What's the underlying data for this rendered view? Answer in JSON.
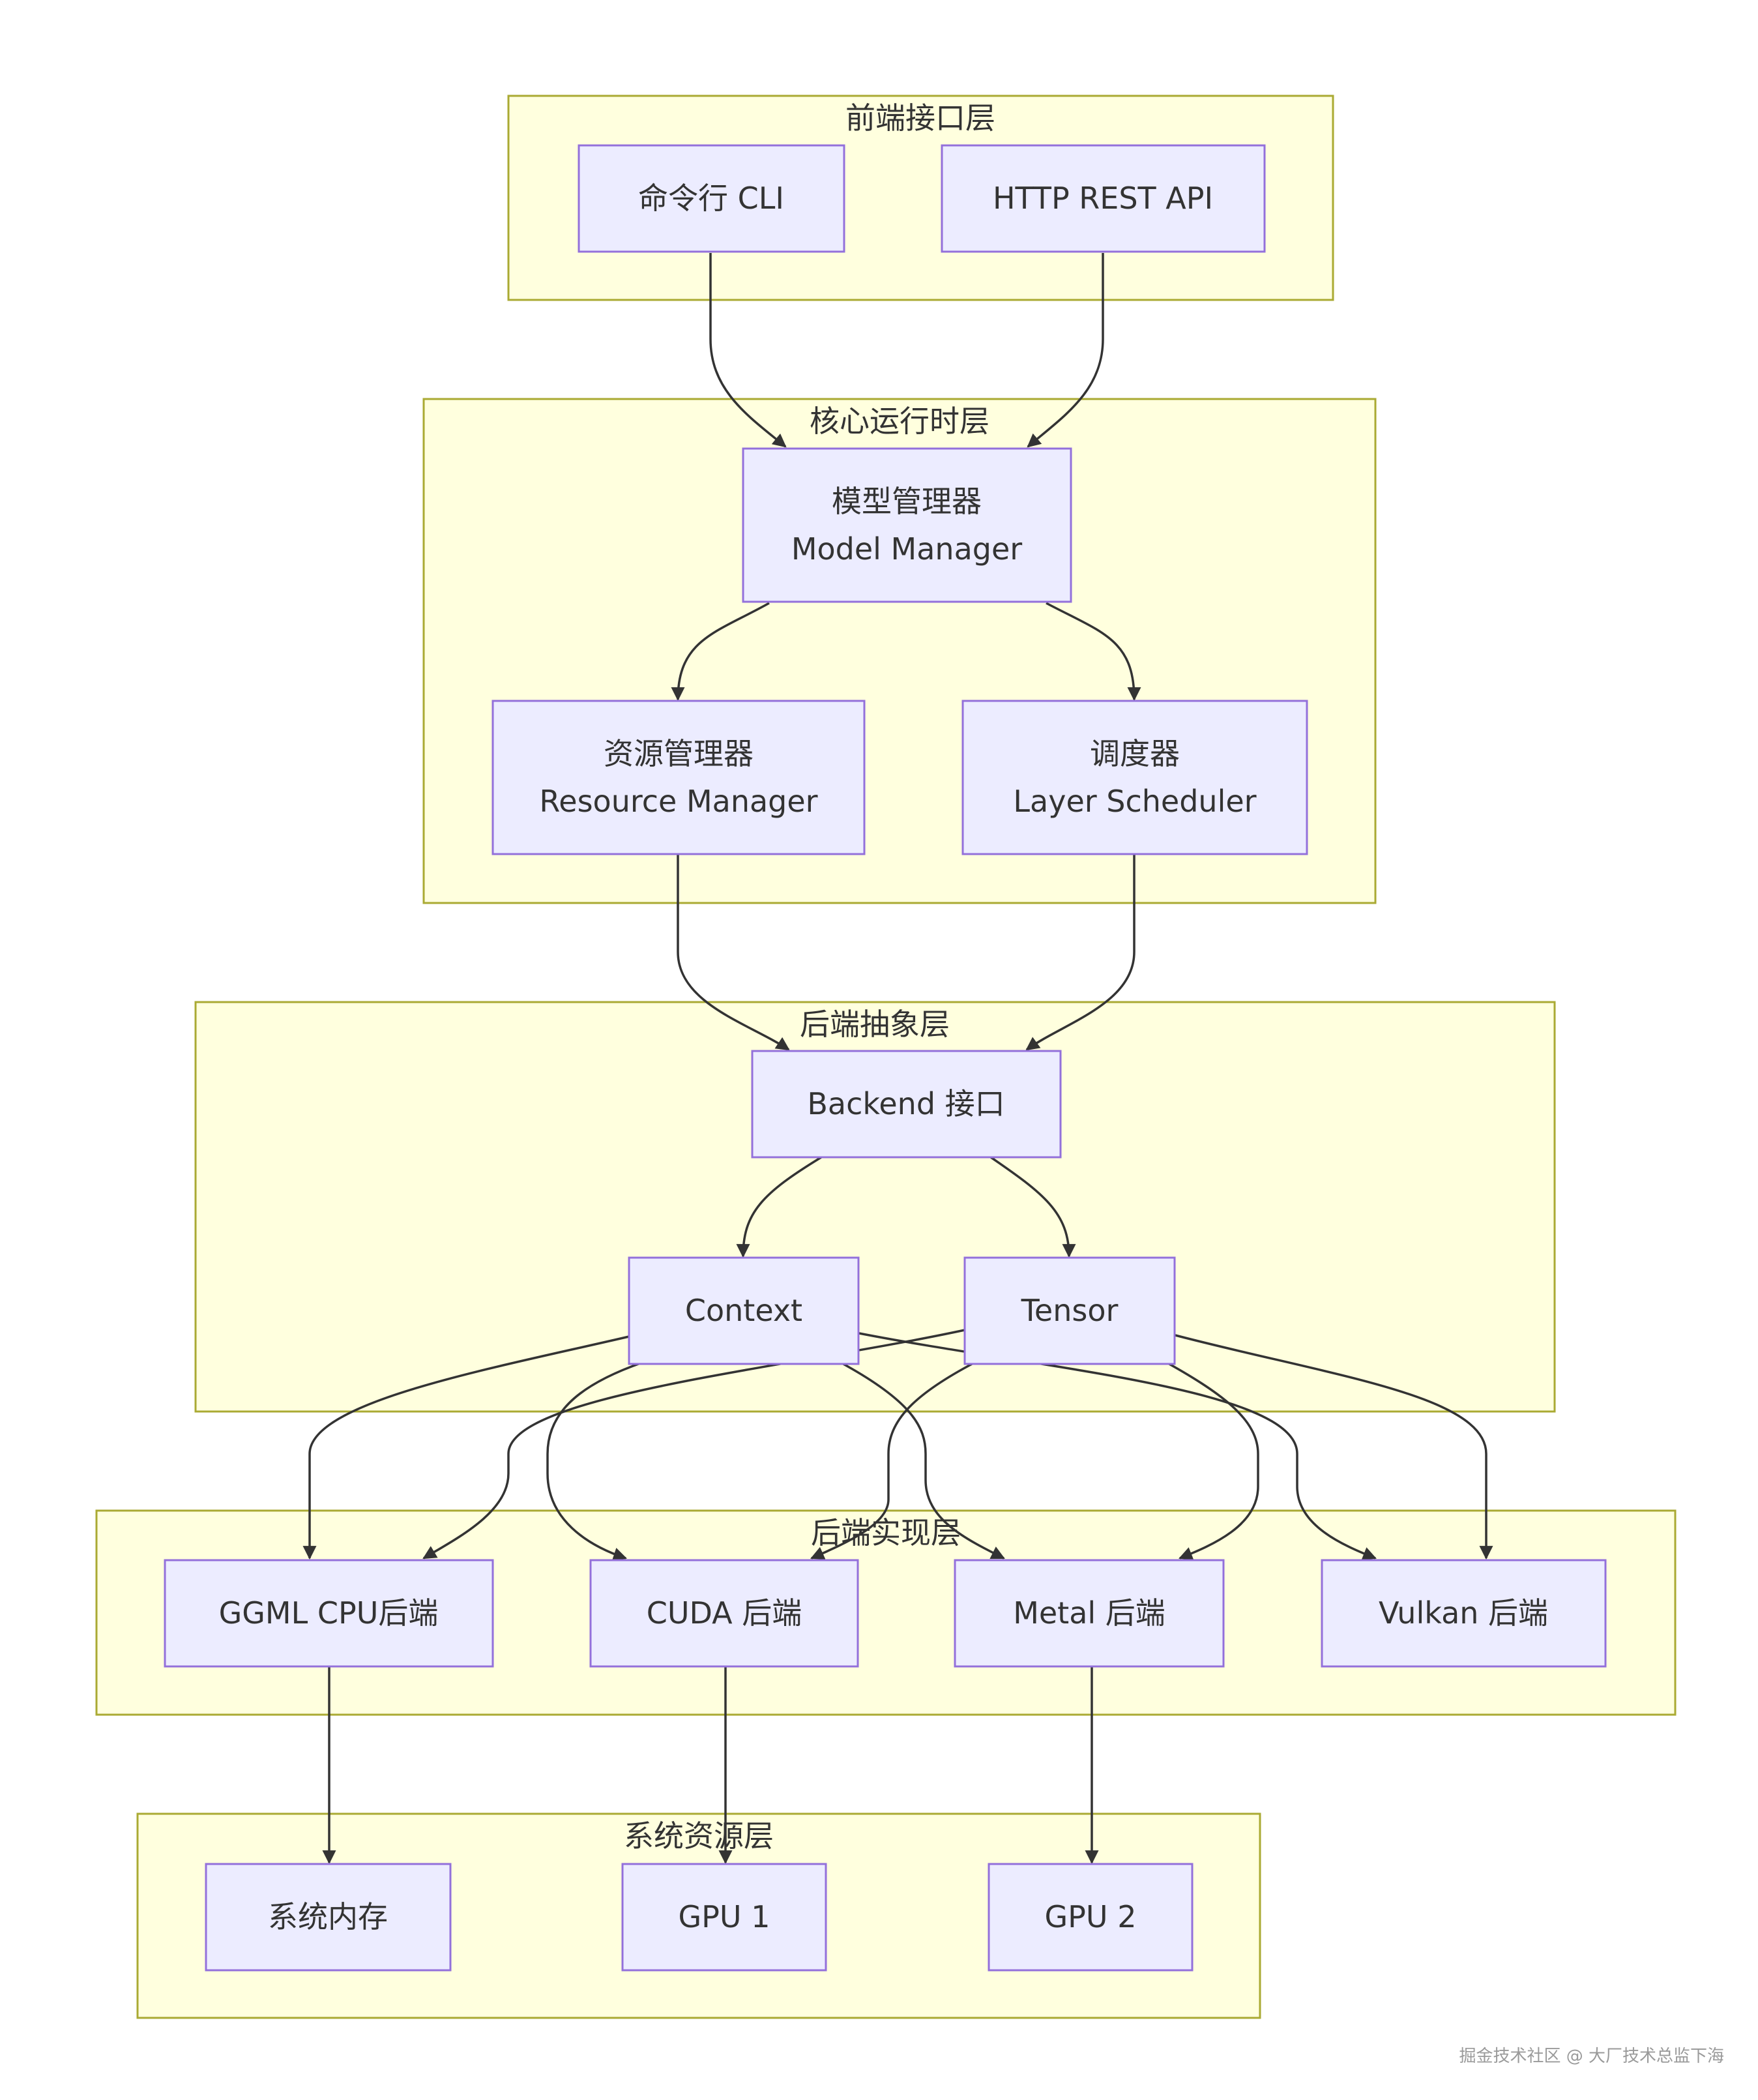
{
  "groups": {
    "frontend": "前端接口层",
    "core": "核心运行时层",
    "abstraction": "后端抽象层",
    "impl": "后端实现层",
    "resources": "系统资源层"
  },
  "nodes": {
    "cli": "命令行 CLI",
    "http": "HTTP REST API",
    "model_manager": {
      "line1": "模型管理器",
      "line2": "Model Manager"
    },
    "resource_manager": {
      "line1": "资源管理器",
      "line2": "Resource Manager"
    },
    "scheduler": {
      "line1": "调度器",
      "line2": "Layer Scheduler"
    },
    "backend": "Backend 接口",
    "context": "Context",
    "tensor": "Tensor",
    "ggml_cpu": "GGML CPU后端",
    "cuda": "CUDA 后端",
    "metal": "Metal 后端",
    "vulkan": "Vulkan 后端",
    "sys_mem": "系统内存",
    "gpu1": "GPU 1",
    "gpu2": "GPU 2"
  },
  "edges": [
    [
      "cli",
      "model_manager"
    ],
    [
      "http",
      "model_manager"
    ],
    [
      "model_manager",
      "resource_manager"
    ],
    [
      "model_manager",
      "scheduler"
    ],
    [
      "resource_manager",
      "backend"
    ],
    [
      "scheduler",
      "backend"
    ],
    [
      "backend",
      "context"
    ],
    [
      "backend",
      "tensor"
    ],
    [
      "context",
      "ggml_cpu"
    ],
    [
      "context",
      "cuda"
    ],
    [
      "context",
      "metal"
    ],
    [
      "context",
      "vulkan"
    ],
    [
      "tensor",
      "ggml_cpu"
    ],
    [
      "tensor",
      "cuda"
    ],
    [
      "tensor",
      "metal"
    ],
    [
      "tensor",
      "vulkan"
    ],
    [
      "ggml_cpu",
      "sys_mem"
    ],
    [
      "cuda",
      "gpu1"
    ],
    [
      "metal",
      "gpu2"
    ]
  ],
  "colors": {
    "group_fill": "#ffffde",
    "group_stroke": "#aaaa33",
    "node_fill": "#ececff",
    "node_stroke": "#9370db",
    "edge": "#333333"
  },
  "watermark": "掘金技术社区 @ 大厂技术总监下海"
}
